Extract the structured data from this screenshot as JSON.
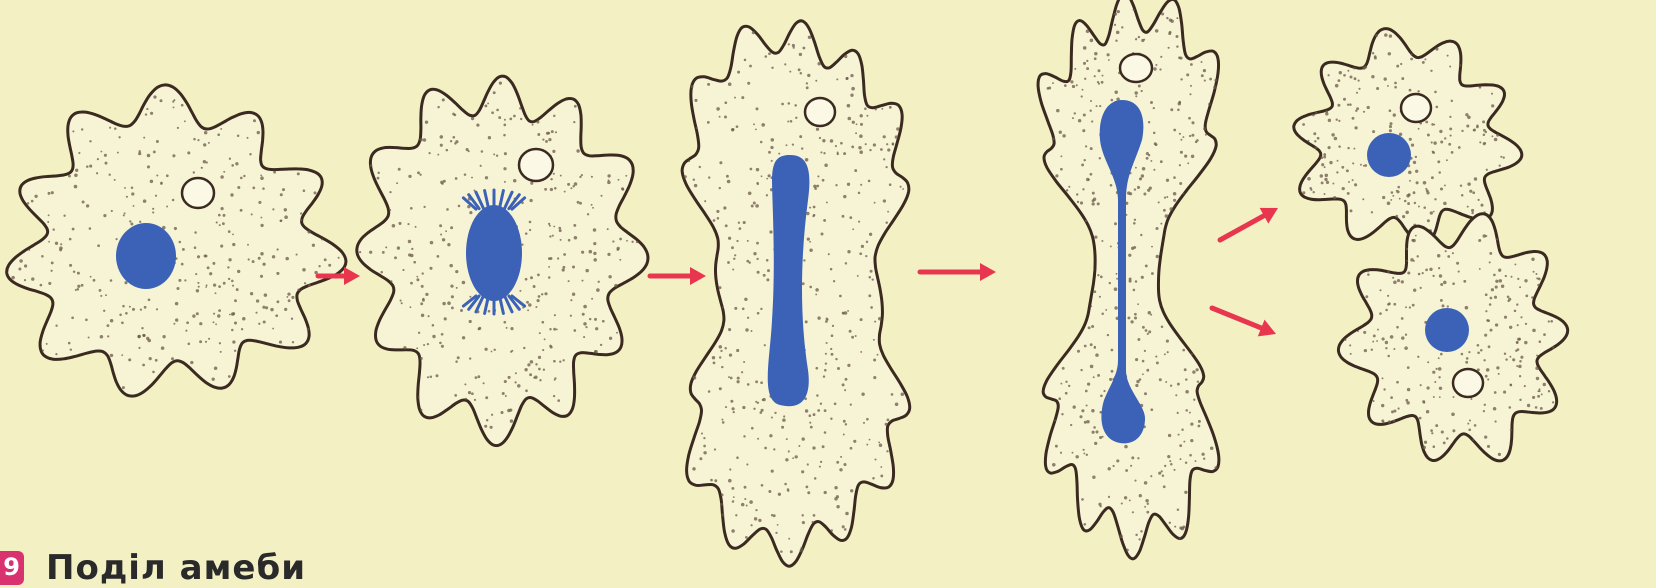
{
  "figure": {
    "badge": "9",
    "caption": "Поділ амеби"
  },
  "colors": {
    "background": "#f3f0c4",
    "cytoplasm": "#f7f4d6",
    "outline": "#3b2a20",
    "nucleus": "#3b62b6",
    "arrow": "#e8364f",
    "stipple": "#6b5a48"
  },
  "stages": [
    {
      "name": "amoeba-stage-1",
      "nucleus": "round"
    },
    {
      "name": "amoeba-stage-2",
      "nucleus": "spindle"
    },
    {
      "name": "amoeba-stage-3",
      "nucleus": "elongated"
    },
    {
      "name": "amoeba-stage-4",
      "nucleus": "dumbbell"
    },
    {
      "name": "amoeba-daughter-top",
      "nucleus": "round"
    },
    {
      "name": "amoeba-daughter-bottom",
      "nucleus": "round"
    }
  ]
}
